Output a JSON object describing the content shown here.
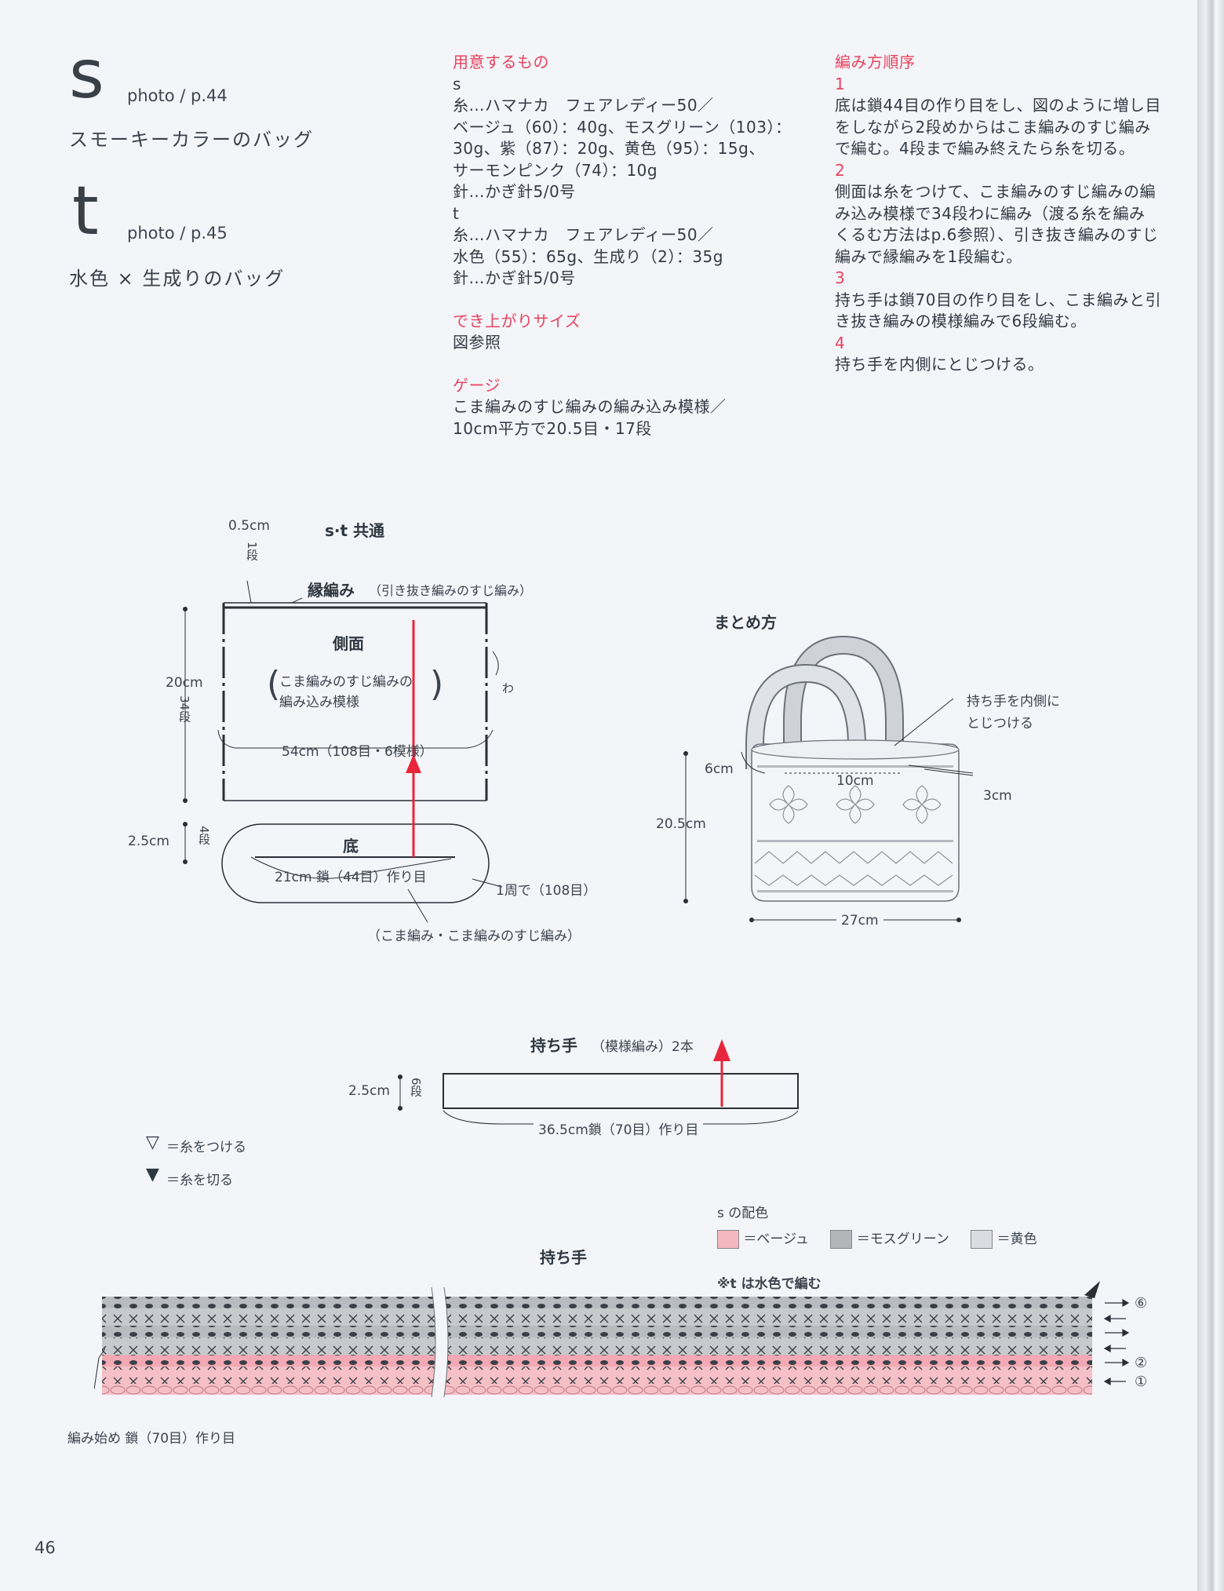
{
  "header": {
    "s": {
      "letter": "s",
      "photo": "photo / p.44",
      "title": "スモーキーカラーのバッグ"
    },
    "t": {
      "letter": "t",
      "photo": "photo / p.45",
      "title": "水色 × 生成りのバッグ"
    }
  },
  "materials": {
    "heading": "用意するもの",
    "lines": [
      "s",
      "糸…ハマナカ　フェアレディー50／",
      "ベージュ（60）：40g、モスグリーン（103）：",
      "30g、紫（87）：20g、黄色（95）：15g、",
      "サーモンピンク（74）：10g",
      "針…かぎ針5/0号",
      "t",
      "糸…ハマナカ　フェアレディー50／",
      "水色（55）：65g、生成り（2）：35g",
      "針…かぎ針5/0号"
    ]
  },
  "size": {
    "heading": "でき上がりサイズ",
    "text": "図参照"
  },
  "gauge": {
    "heading": "ゲージ",
    "lines": [
      "こま編みのすじ編みの編み込み模様／",
      "10cm平方で20.5目・17段"
    ]
  },
  "steps": {
    "heading": "編み方順序",
    "items": [
      {
        "num": "1",
        "lines": [
          "底は鎖44目の作り目をし、図のように増し目",
          "をしながら2段めからはこま編みのすじ編み",
          "で編む。4段まで編み終えたら糸を切る。"
        ]
      },
      {
        "num": "2",
        "lines": [
          "側面は糸をつけて、こま編みのすじ編みの編",
          "み込み模様で34段わに編み（渡る糸を編み",
          "くるむ方法はp.6参照）、引き抜き編みのすじ",
          "編みで縁編みを1段編む。"
        ]
      },
      {
        "num": "3",
        "lines": [
          "持ち手は鎖70目の作り目をし、こま編みと引",
          "き抜き編みの模様編みで6段編む。"
        ]
      },
      {
        "num": "4",
        "lines": [
          "持ち手を内側にとじつける。"
        ]
      }
    ]
  },
  "diagram_body": {
    "title": "s·t 共通",
    "edge_h": "0.5cm",
    "edge_rows": "1段",
    "edge_label": "縁編み",
    "edge_note": "（引き抜き編みのすじ編み）",
    "side_label": "側面",
    "side_pattern_1": "こま編みのすじ編みの",
    "side_pattern_2": "編み込み模様",
    "wa": "わ",
    "side_h": "20cm",
    "side_rows": "34段",
    "side_w": "54cm（108目・6模様）",
    "base_h": "2.5cm",
    "base_rows": "4段",
    "base_label": "底",
    "base_chain": "21cm 鎖（44目）作り目",
    "base_round": "1周で（108目）",
    "base_stitch": "（こま編み・こま編みのすじ編み）"
  },
  "diagram_assembly": {
    "title": "まとめ方",
    "note_1": "持ち手を内側に",
    "note_2": "とじつける",
    "dim_6": "6cm",
    "dim_10": "10cm",
    "dim_3": "3cm",
    "dim_h": "20.5cm",
    "dim_w": "27cm"
  },
  "diagram_handle": {
    "title": "持ち手",
    "title_note": "（模様編み）2本",
    "h": "2.5cm",
    "rows": "6段",
    "chain": "36.5cm鎖（70目）作り目"
  },
  "symbols": {
    "attach": "＝糸をつける",
    "cut": "＝糸を切る"
  },
  "color_legend": {
    "heading": "s の配色",
    "items": [
      {
        "label": "＝ベージュ",
        "color": "#f4b8c0"
      },
      {
        "label": "＝モスグリーン",
        "color": "#b3b6b8"
      },
      {
        "label": "＝黄色",
        "color": "#d9dde2"
      }
    ],
    "note": "※t は水色で編む"
  },
  "chart": {
    "title": "持ち手",
    "start": "編み始め 鎖（70目）作り目",
    "rows": [
      "⑥",
      "②",
      "①"
    ]
  },
  "page_number": "46"
}
